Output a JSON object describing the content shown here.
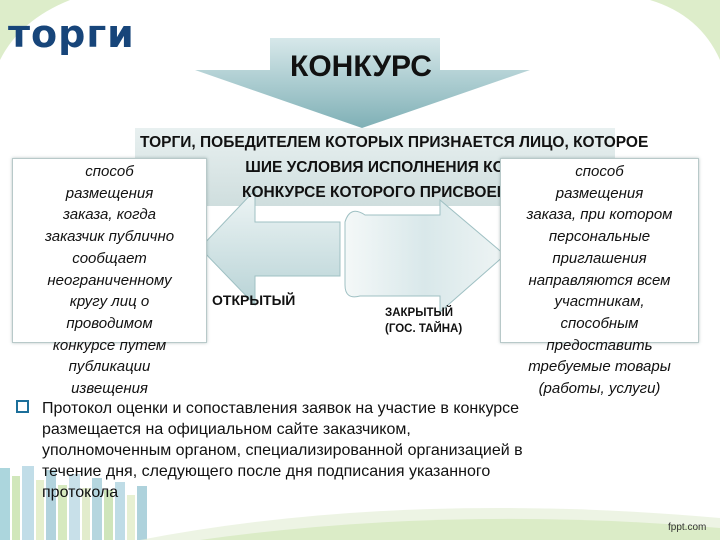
{
  "slide": {
    "title": "торги",
    "main_heading": "КОНКУРС",
    "definition_lines": [
      "ТОРГИ, ПОБЕДИТЕЛЕМ КОТОРЫХ ПРИЗНАЕТСЯ ЛИЦО, КОТОРОЕ",
      "ШИЕ УСЛОВИЯ ИСПОЛНЕНИЯ КО",
      "КОНКУРСЕ КОТОРОГО ПРИСВОЕН"
    ],
    "left_box_text": "способ размещения заказа, когда заказчик публично сообщает неограниченному кругу лиц о проводимом конкурсе путем публикации извещения",
    "left_box_lines": [
      "способ",
      "размещения",
      "заказа, когда",
      "заказчик публично",
      "сообщает",
      "неограниченному",
      "кругу лиц о",
      "проводимом",
      "конкурсе путем",
      "публикации",
      "извещения"
    ],
    "right_box_lines": [
      "способ",
      "размещения",
      "заказа, при котором",
      "персональные",
      "приглашения",
      "направляются всем",
      "участникам,",
      "способным",
      "предоставить",
      "требуемые товары",
      "(работы, услуги)"
    ],
    "label_open": "ОТКРЫТЫЙ",
    "label_closed_1": "ЗАКРЫТЫЙ",
    "label_closed_2": "(ГОС. ТАЙНА)",
    "bottom_lines": [
      "Протокол оценки и сопоставления заявок на участие в конкурсе",
      "размещается на официальном сайте заказчиком,",
      "уполномоченным органом, специализированной организацией в",
      "течение дня, следующего после дня подписания указанного",
      "протокола"
    ],
    "watermark": "fppt.com"
  },
  "colors": {
    "title": "#17457a",
    "arrow_fill": "#8fb9bd",
    "band": "#d9e6e6"
  }
}
